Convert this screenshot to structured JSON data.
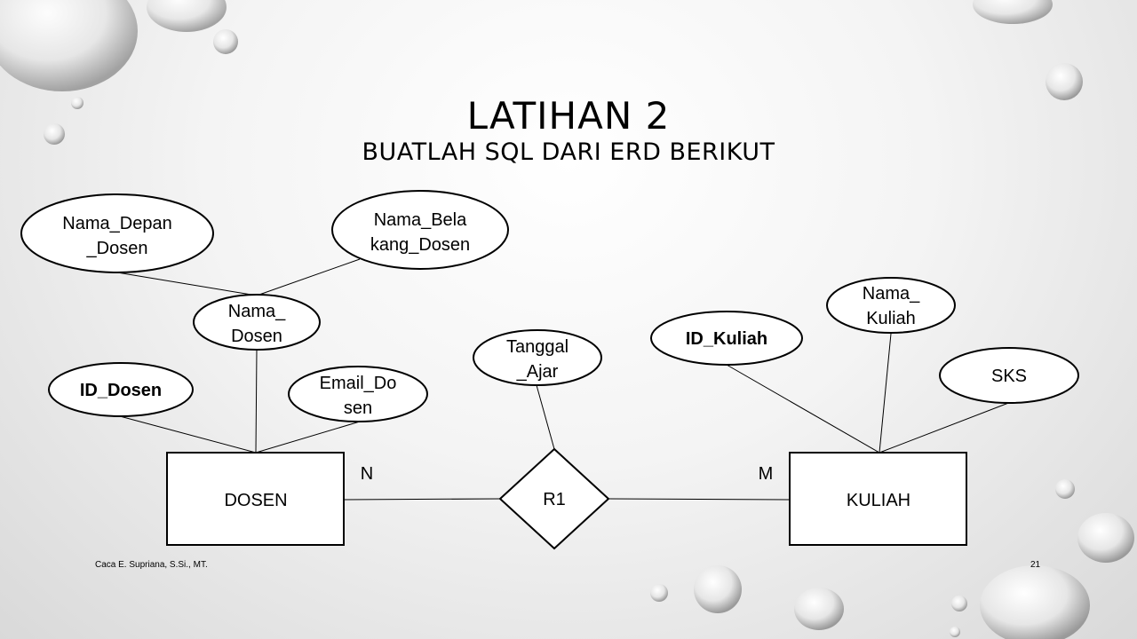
{
  "slide": {
    "title": "LATIHAN 2",
    "subtitle": "BUATLAH SQL DARI ERD BERIKUT",
    "author": "Caca E. Supriana, S.Si., MT.",
    "page_number": "21"
  },
  "erd": {
    "entities": {
      "dosen": "DOSEN",
      "kuliah": "KULIAH"
    },
    "relationship": {
      "label": "R1",
      "card_left": "N",
      "card_right": "M"
    },
    "attributes": {
      "nama_depan_dosen": [
        "Nama_Depan",
        "_Dosen"
      ],
      "nama_belakang_dosen": [
        "Nama_Bela",
        "kang_Dosen"
      ],
      "nama_dosen": [
        "Nama_",
        "Dosen"
      ],
      "id_dosen": "ID_Dosen",
      "email_dosen": [
        "Email_Do",
        "sen"
      ],
      "tanggal_ajar": [
        "Tanggal",
        "_Ajar"
      ],
      "id_kuliah": "ID_Kuliah",
      "nama_kuliah": [
        "Nama_",
        "Kuliah"
      ],
      "sks": "SKS"
    }
  }
}
